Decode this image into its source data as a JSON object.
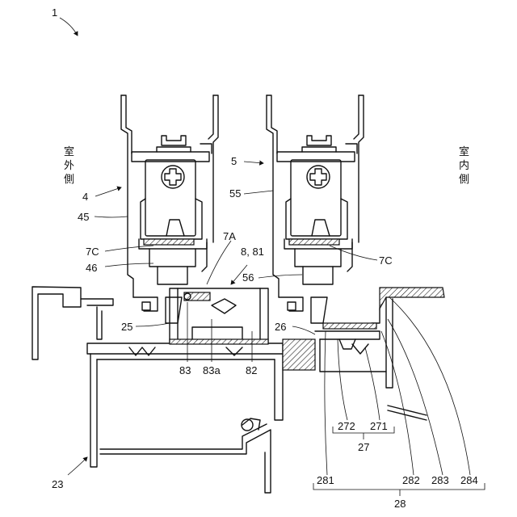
{
  "labels": {
    "fig_ref": "1",
    "outdoor_side": [
      "室",
      "外",
      "側"
    ],
    "indoor_side": [
      "室",
      "内",
      "側"
    ],
    "n4": "4",
    "n45": "45",
    "n7c_left": "7C",
    "n46": "46",
    "n7a": "7A",
    "n881": "8, 81",
    "n5": "5",
    "n55": "55",
    "n7c_right": "7C",
    "n56": "56",
    "n25": "25",
    "n26": "26",
    "n83": "83",
    "n83a": "83a",
    "n82": "82",
    "n272": "272",
    "n271": "271",
    "n27": "27",
    "n23": "23",
    "n281": "281",
    "n282": "282",
    "n283": "283",
    "n284": "284",
    "n28": "28"
  }
}
